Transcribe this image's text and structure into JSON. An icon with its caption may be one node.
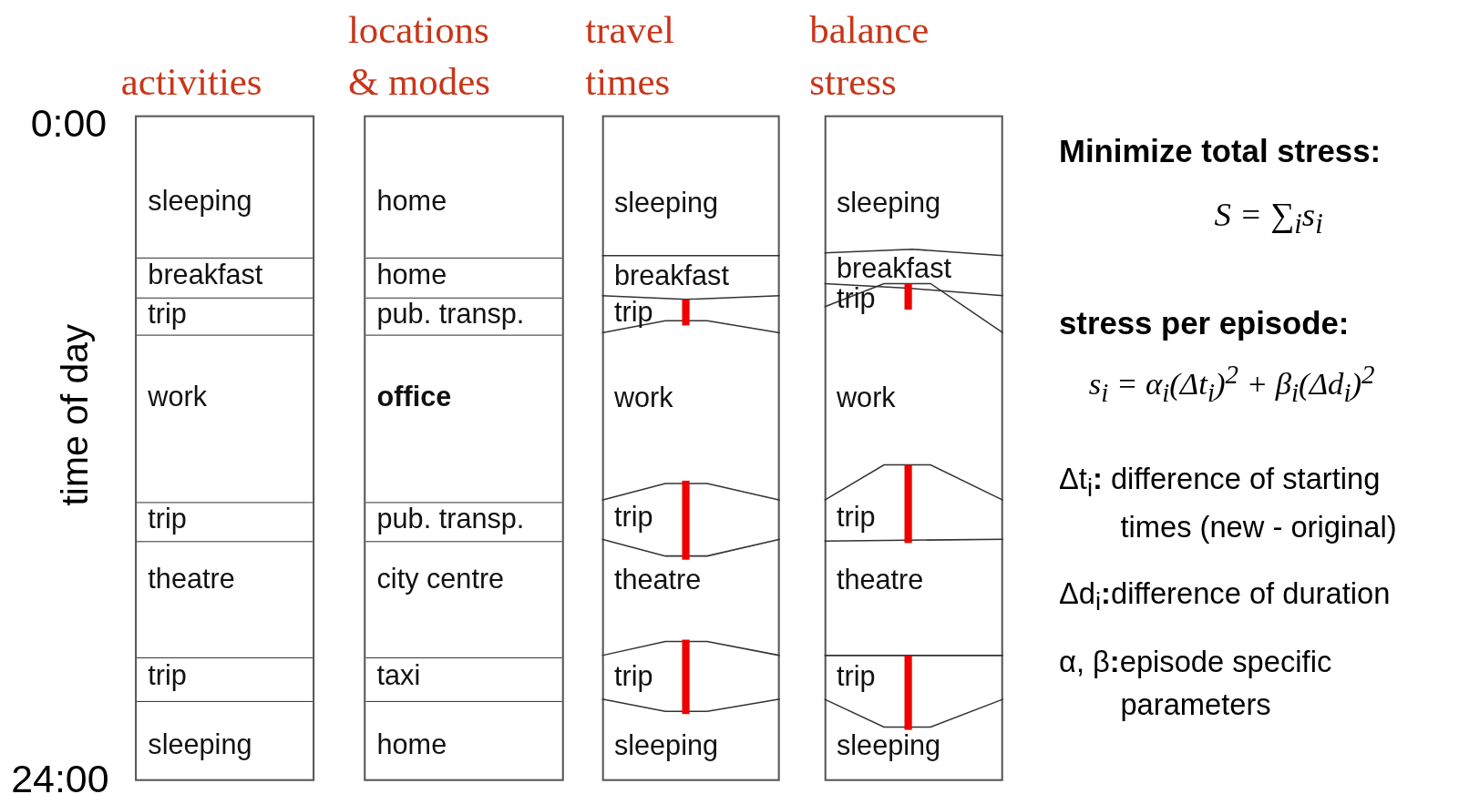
{
  "diagram": {
    "nodes": [
      {
        "text": [
          "activities"
        ]
      },
      {
        "text": [
          "sleeping"
        ],
        "in": 0
      },
      {
        "text": [
          "breakfast"
        ],
        "in": 0
      },
      {
        "text": [
          "trip"
        ],
        "in": 0
      },
      {
        "text": [
          "work"
        ],
        "in": 0
      },
      {
        "text": [
          "trip"
        ],
        "in": 0
      },
      {
        "text": [
          "theatre"
        ],
        "in": 0
      },
      {
        "text": [
          "trip"
        ],
        "in": 0
      },
      {
        "text": [
          "sleeping"
        ],
        "in": 0
      },
      {
        "text": [
          "locations & modes"
        ]
      },
      {
        "text": [
          "home"
        ],
        "in": 9
      },
      {
        "text": [
          "home"
        ],
        "in": 9
      },
      {
        "text": [
          "pub. transp."
        ],
        "in": 9
      },
      {
        "text": [
          "**office**"
        ],
        "in": 9
      },
      {
        "text": [
          "pub. transp."
        ],
        "in": 9
      },
      {
        "text": [
          "city centre"
        ],
        "in": 9
      },
      {
        "text": [
          "taxi"
        ],
        "in": 9
      },
      {
        "text": [
          "home"
        ],
        "in": 9
      },
      {
        "text": [
          "travel times"
        ]
      },
      {
        "text": [
          "sleeping"
        ],
        "in": 18
      },
      {
        "text": [
          "breakfast"
        ],
        "in": 18
      },
      {
        "text": [
          "trip"
        ],
        "in": 18
      },
      {
        "text": [
          "work"
        ],
        "in": 18
      },
      {
        "text": [
          "trip"
        ],
        "in": 18
      },
      {
        "text": [
          "theatre"
        ],
        "in": 18
      },
      {
        "text": [
          "trip"
        ],
        "in": 18
      },
      {
        "text": [
          "sleeping"
        ],
        "in": 18
      },
      {
        "text": [
          "balance stress"
        ]
      },
      {
        "text": [
          "sleeping"
        ],
        "in": 27
      },
      {
        "text": [
          "breakfast"
        ],
        "in": 27
      },
      {
        "text": [
          "trip"
        ],
        "in": 27
      },
      {
        "text": [
          "work"
        ],
        "in": 27
      },
      {
        "text": [
          "trip"
        ],
        "in": 27
      },
      {
        "text": [
          "theatre"
        ],
        "in": 27
      },
      {
        "text": [
          "trip"
        ],
        "in": 27
      },
      {
        "text": [
          "sleeping"
        ],
        "in": 27
      }
    ],
    "edges": [],
    "labels": [
      "0:00",
      "time of day",
      "24:00",
      "Minimize total stress:",
      "S = ∑$_{i}$s$_{i}$",
      "stress per episode:",
      "s$_{i}$ = α$_{i}$(Δt$_{i}$)$^{2}$ + β$_{i}$(Δd$_{i}$)$^{2}$",
      "Δt$_{i}$**:** difference of starting times (new - original)",
      "Δd$_{i}$**:**difference of duration",
      "α, β**:**episode specific parameters"
    ]
  }
}
